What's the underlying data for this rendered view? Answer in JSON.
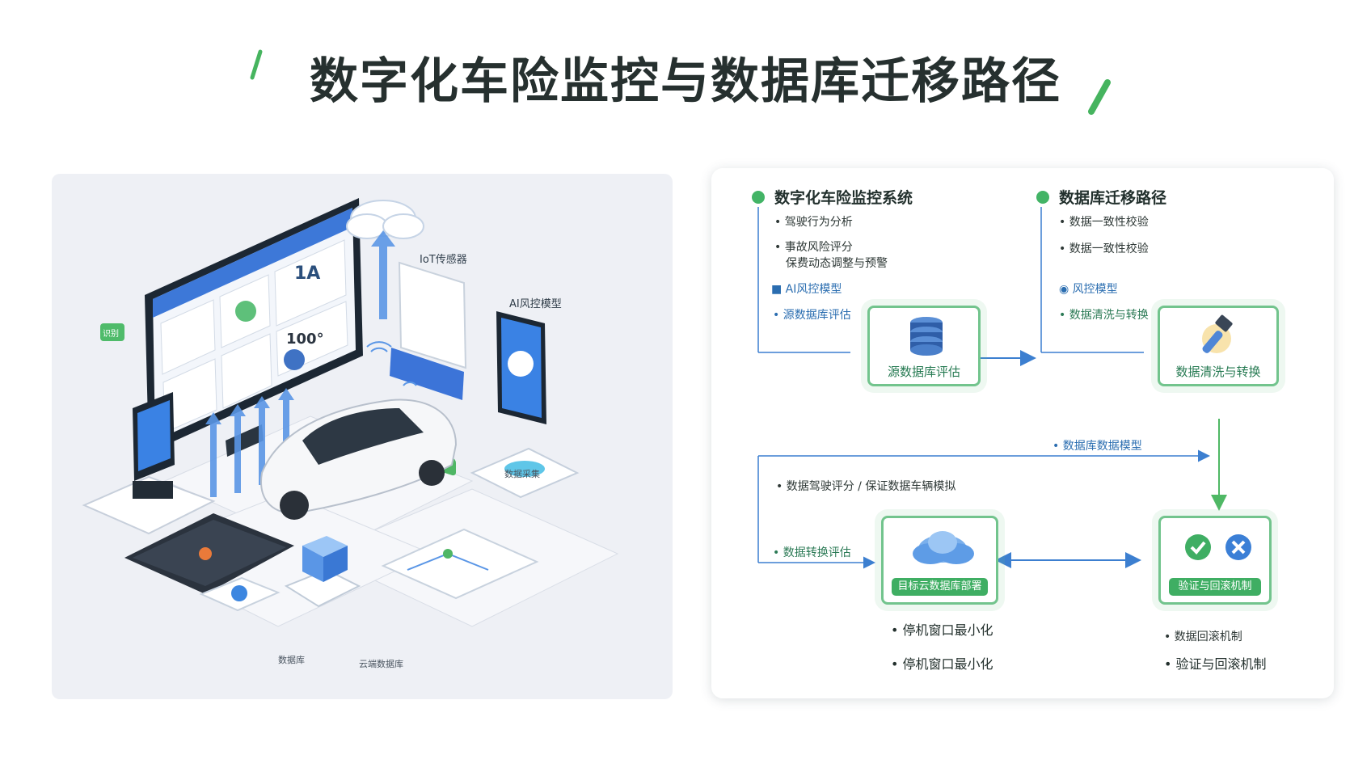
{
  "title": "数字化车险监控与数据库迁移路径",
  "left_illustration": {
    "labels": {
      "iot": "IoT传感器",
      "ai_model": "AI风控模型",
      "device": "数据采集",
      "bottom_a": "数据库",
      "bottom_b": "云端数据库",
      "tag_green": "识别",
      "screen_big": "1A",
      "screen_value": "100°"
    }
  },
  "right_diagram": {
    "section_left": {
      "title": "数字化车险监控系统",
      "bullets": [
        "• 驾驶行为分析",
        "• 事故风险评分",
        "保费动态调整与预警"
      ],
      "tag": "■ AI风控模型",
      "tag2": "• 源数据库评估"
    },
    "section_right": {
      "title": "数据库迁移路径",
      "bullets": [
        "• 数据一致性校验",
        "• 数据一致性校验"
      ],
      "tag": "◉ 风控模型",
      "tag2": "• 数据清洗与转换"
    },
    "nodes": {
      "source_db": "源数据库评估",
      "cleanse": "数据清洗与转换",
      "target_cloud": "目标云数据库部署",
      "verify": "验证与回滚机制"
    },
    "mid_line_label": "• 数据库数据模型",
    "mid_text": "• 数据驾驶评分 / 保证数据车辆模拟",
    "eval_label": "• 数据转换评估",
    "bottom_left": [
      "• 停机窗口最小化",
      "• 停机窗口最小化"
    ],
    "bottom_right": [
      "• 数据回滚机制",
      "• 验证与回滚机制"
    ]
  }
}
